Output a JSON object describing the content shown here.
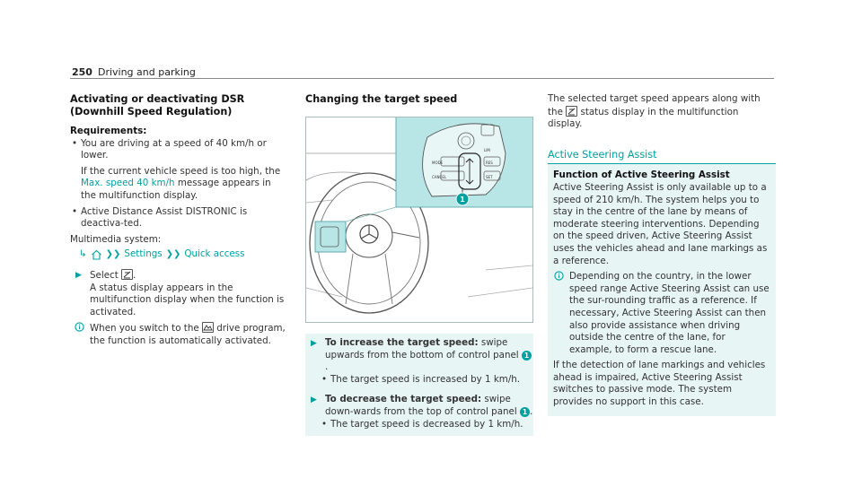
{
  "header": {
    "page_number": "250",
    "section": "Driving and parking"
  },
  "col1": {
    "heading": "Activating or deactivating DSR (Downhill Speed Regulation)",
    "requirements_label": "Requirements:",
    "req_bullets": [
      "You are driving at a speed of 40 km/h or lower."
    ],
    "if_text_pre": "If the current vehicle speed is too high, the",
    "if_text_message": "Max. speed 40 km/h",
    "if_text_post": "message appears in the multifunction display.",
    "req_bullet2": "Active Distance Assist DISTRONIC is deactiva-ted.",
    "multimedia_label": "Multimedia system:",
    "menu": [
      "Settings",
      "Quick access"
    ],
    "step_select": "Select",
    "step_result": "A status display appears in the multifunction display when the function is activated.",
    "note_pre": "When you switch to the",
    "note_post": "drive program, the function is automatically activated."
  },
  "col2": {
    "heading": "Changing the target speed",
    "callout": "1",
    "increase_label": "To increase the target speed:",
    "increase_text": "swipe upwards from the bottom of control panel",
    "increase_result": "The target speed is increased by 1 km/h.",
    "decrease_label": "To decrease the target speed:",
    "decrease_text": "swipe down-wards from the top of control panel",
    "decrease_result": "The target speed is decreased by 1 km/h.",
    "figure_labels": [
      "LIM",
      "MODE",
      "CANCEL",
      "RES",
      "SET"
    ]
  },
  "col3": {
    "intro_pre": "The selected target speed appears along with the",
    "intro_post": "status display in the multifunction display.",
    "section_title": "Active Steering Assist",
    "sub_heading": "Function of Active Steering Assist",
    "body": "Active Steering Assist is only available up to a speed of 210 km/h. The system helps you to stay in the centre of the lane by means of moderate steering interventions. Depending on the speed driven, Active Steering Assist uses the vehicles ahead and lane markings as a reference.",
    "note": "Depending on the country, in the lower speed range Active Steering Assist can use the sur-rounding traffic as a reference. If necessary, Active Steering Assist can then also provide assistance when driving outside the centre of the lane, for example, to form a rescue lane.",
    "closing": "If the detection of lane markings and vehicles ahead is impaired, Active Steering Assist switches to passive mode. The system provides no support in this case."
  },
  "colors": {
    "accent": "#00a0a0",
    "tint": "#e8f5f5",
    "figure_highlight": "#b8e6e6"
  }
}
